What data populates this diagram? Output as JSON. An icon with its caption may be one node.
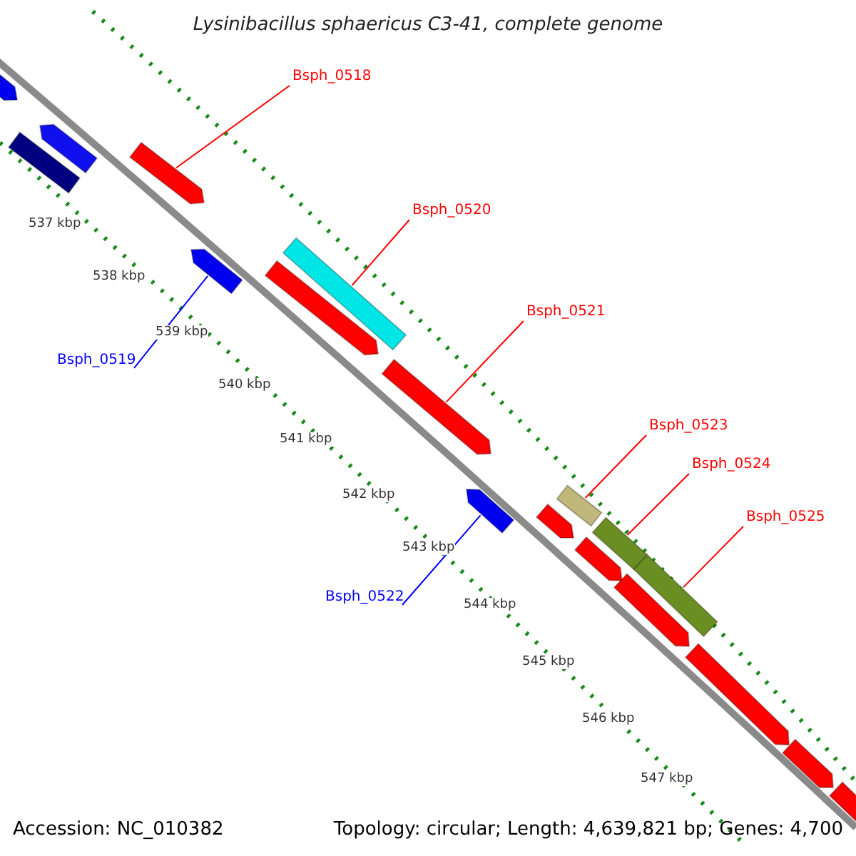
{
  "diagram": {
    "title": "Lysinibacillus sphaericus C3-41, complete genome",
    "nodes": [
      {
        "text": [
          "Bsph_0518"
        ]
      },
      {
        "text": [
          "Bsph_0520"
        ]
      },
      {
        "text": [
          "Bsph_0521"
        ]
      },
      {
        "text": [
          "Bsph_0519"
        ]
      },
      {
        "text": [
          "Bsph_0523"
        ]
      },
      {
        "text": [
          "Bsph_0524"
        ]
      },
      {
        "text": [
          "Bsph_0525"
        ]
      },
      {
        "text": [
          "Bsph_0522"
        ]
      },
      {
        "text": [],
        "shape": "bar"
      },
      {
        "text": [],
        "shape": "bar"
      },
      {
        "text": [],
        "shape": "box"
      },
      {
        "text": [],
        "shape": "bar"
      },
      {
        "text": [],
        "shape": "bar"
      },
      {
        "text": [],
        "shape": "box"
      },
      {
        "text": [],
        "shape": "bar"
      },
      {
        "text": [],
        "shape": "bar"
      },
      {
        "text": [],
        "shape": "bar"
      },
      {
        "text": [],
        "shape": "box"
      },
      {
        "text": [],
        "shape": "bar"
      },
      {
        "text": [],
        "shape": "box"
      },
      {
        "text": [],
        "shape": "bar"
      },
      {
        "text": [],
        "shape": "box"
      },
      {
        "text": [],
        "shape": "bar"
      },
      {
        "text": [],
        "shape": "bar"
      },
      {
        "text": [],
        "shape": "bar"
      },
      {
        "text": [],
        "shape": "bar"
      }
    ],
    "edges": [
      {
        "from": 0,
        "to": 11,
        "arrow": "none"
      },
      {
        "from": 1,
        "to": 13,
        "arrow": "none"
      },
      {
        "from": 2,
        "to": 15,
        "arrow": "none"
      },
      {
        "from": 3,
        "to": 12,
        "arrow": "none",
        "color": "#0000ff"
      },
      {
        "from": 4,
        "to": 17,
        "arrow": "none"
      },
      {
        "from": 5,
        "to": 19,
        "arrow": "none"
      },
      {
        "from": 6,
        "to": 21,
        "arrow": "none"
      },
      {
        "from": 7,
        "to": 16,
        "arrow": "none",
        "color": "#0000ff"
      }
    ],
    "labels": [
      "537 kbp",
      "538 kbp",
      "539 kbp",
      "540 kbp",
      "541 kbp",
      "542 kbp",
      "543 kbp",
      "544 kbp",
      "545 kbp",
      "546 kbp",
      "547 kbp",
      "Accession: NC_010382",
      "Topology: circular; Length: 4,639,821 bp; Genes: 4,700"
    ]
  }
}
